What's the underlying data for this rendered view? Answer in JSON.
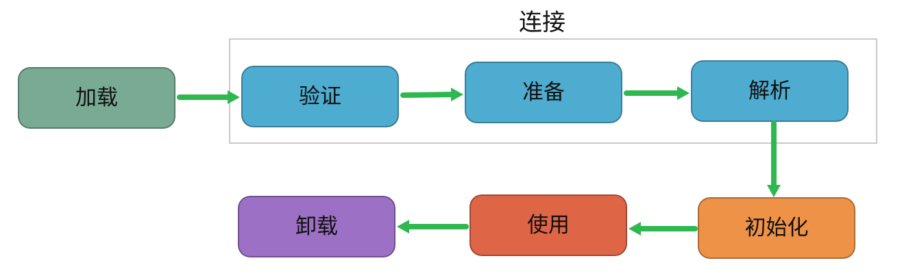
{
  "group": {
    "label": "连接"
  },
  "nodes": {
    "load": {
      "label": "加载",
      "color": "#79aa94"
    },
    "verify": {
      "label": "验证",
      "color": "#4eacd1"
    },
    "prepare": {
      "label": "准备",
      "color": "#4eacd1"
    },
    "resolve": {
      "label": "解析",
      "color": "#4eacd1"
    },
    "init": {
      "label": "初始化",
      "color": "#ee9247"
    },
    "use": {
      "label": "使用",
      "color": "#df6547"
    },
    "unload": {
      "label": "卸载",
      "color": "#9c70c4"
    }
  },
  "colors": {
    "arrow": "#2eb84f",
    "frame": "#c9c9c9"
  }
}
